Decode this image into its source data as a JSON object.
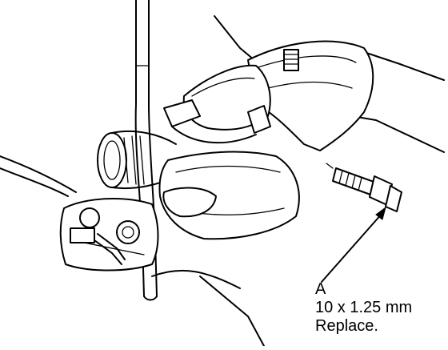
{
  "callout": {
    "letter": "A",
    "size": "10 x 1.25 mm",
    "note": "Replace."
  },
  "colors": {
    "line": "#000000",
    "background": "#ffffff"
  }
}
